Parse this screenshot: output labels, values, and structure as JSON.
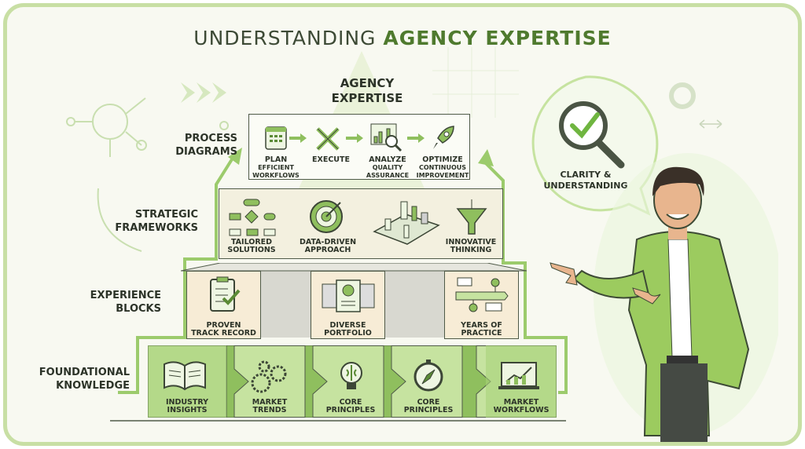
{
  "title": {
    "part1": "UNDERSTANDING",
    "part2": "AGENCY EXPERTISE"
  },
  "apex_label": {
    "line1": "AGENCY",
    "line2": "EXPERTISE"
  },
  "levels": {
    "process": {
      "label1": "PROCESS",
      "label2": "DIAGRAMS",
      "steps": [
        {
          "title": "PLAN",
          "sub1": "EFFICIENT",
          "sub2": "WORKFLOWS"
        },
        {
          "title": "EXECUTE",
          "sub1": "",
          "sub2": ""
        },
        {
          "title": "ANALYZE",
          "sub1": "QUALITY",
          "sub2": "ASSURANCE"
        },
        {
          "title": "OPTIMIZE",
          "sub1": "CONTINUOUS",
          "sub2": "IMPROVEMENT"
        }
      ]
    },
    "strategic": {
      "label1": "STRATEGIC",
      "label2": "FRAMEWORKS",
      "items": [
        {
          "l1": "TAILORED",
          "l2": "SOLUTIONS"
        },
        {
          "l1": "DATA-DRIVEN",
          "l2": "APPROACH"
        },
        {
          "l1": "INNOVATIVE",
          "l2": "THINKING"
        }
      ]
    },
    "experience": {
      "label1": "EXPERIENCE",
      "label2": "BLOCKS",
      "items": [
        {
          "l1": "PROVEN",
          "l2": "TRACK RECORD"
        },
        {
          "l1": "DIVERSE",
          "l2": "PORTFOLIO"
        },
        {
          "l1": "YEARS OF",
          "l2": "PRACTICE"
        }
      ]
    },
    "foundational": {
      "label1": "FOUNDATIONAL",
      "label2": "KNOWLEDGE",
      "items": [
        {
          "l1": "INDUSTRY",
          "l2": "INSIGHTS"
        },
        {
          "l1": "MARKET",
          "l2": "TRENDS"
        },
        {
          "l1": "CORE",
          "l2": "PRINCIPLES"
        },
        {
          "l1": "CORE",
          "l2": "PRINCIPLES"
        },
        {
          "l1": "MARKET",
          "l2": "WORKFLOWS"
        }
      ]
    }
  },
  "bubble": {
    "l1": "CLARITY &",
    "l2": "UNDERSTANDING"
  },
  "colors": {
    "green": "#8cc15a",
    "dark_green": "#4f7a2e",
    "cream": "#f7ecd6",
    "light_green": "#c6e3a0"
  }
}
